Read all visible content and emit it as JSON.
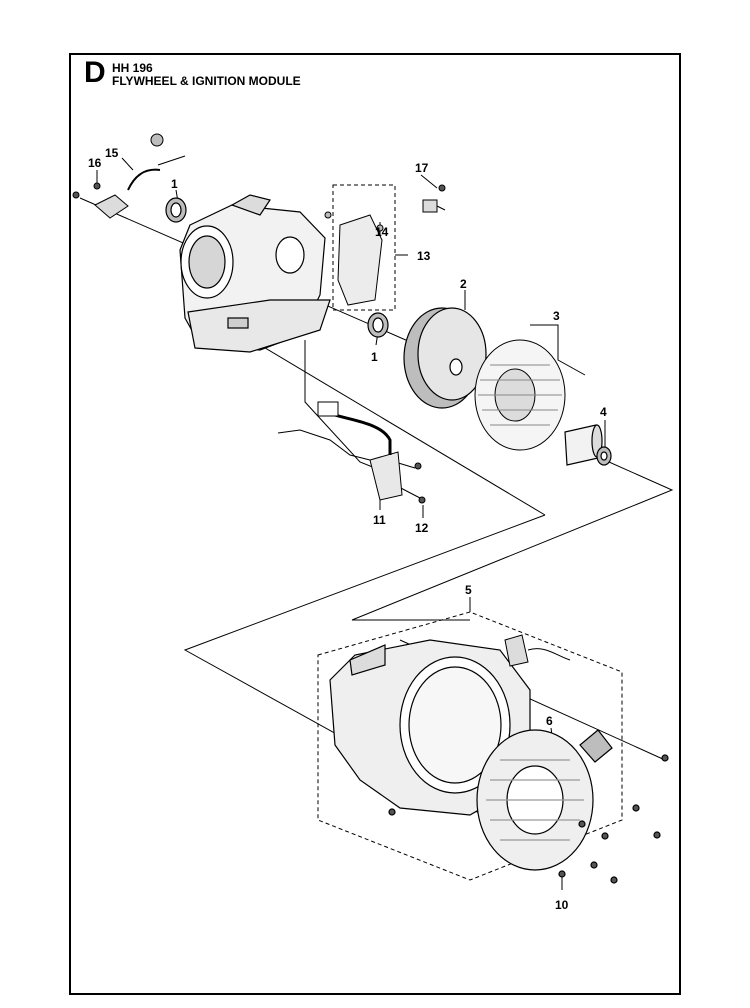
{
  "header": {
    "section_letter": "D",
    "model": "HH 196",
    "title": "FLYWHEEL & IGNITION MODULE"
  },
  "callouts": [
    "1",
    "1",
    "2",
    "3",
    "4",
    "5",
    "6",
    "10",
    "11",
    "12",
    "13",
    "14",
    "15",
    "16",
    "17"
  ],
  "colors": {
    "line": "#000000",
    "part_fill": "#f2f2f2",
    "part_shade": "#bdbdbd"
  }
}
